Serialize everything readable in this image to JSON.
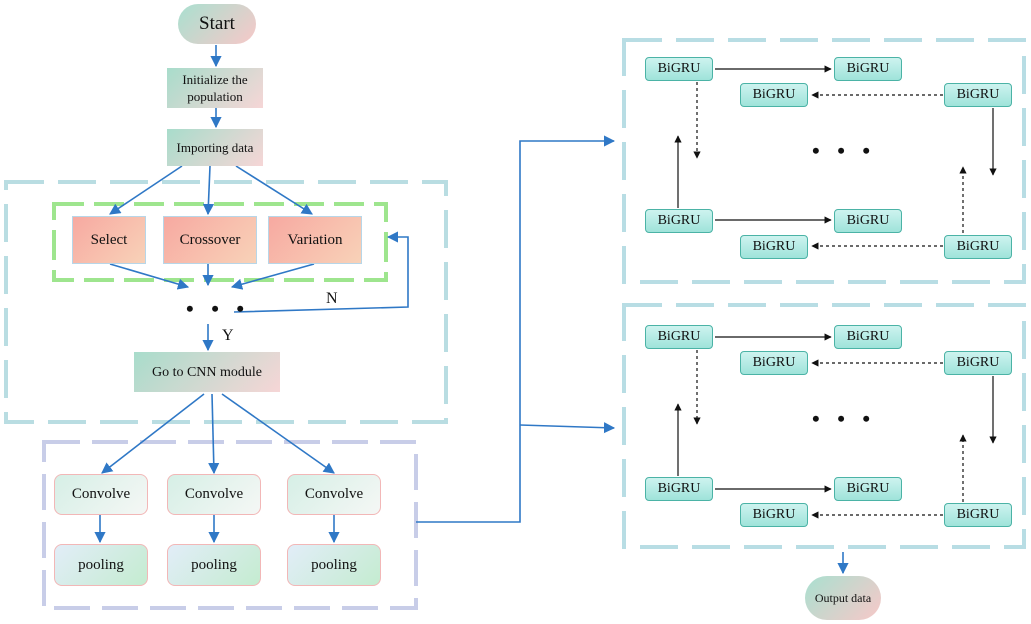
{
  "start": "Start",
  "init": "Initialize the population",
  "import": "Importing data",
  "ops": [
    "Select",
    "Crossover",
    "Variation"
  ],
  "continuation": "• • •",
  "label_n": "N",
  "label_y": "Y",
  "cnn_module": "Go to CNN module",
  "convolve": [
    "Convolve",
    "Convolve",
    "Convolve"
  ],
  "pooling": [
    "pooling",
    "pooling",
    "pooling"
  ],
  "bigru": "BiGRU",
  "bigru_continuation": "• • •",
  "output": "Output data",
  "colors": {
    "arrow": "#2f78c6",
    "ga_dash": "#b9dde2",
    "op_frame": "#9ee58e",
    "cnn_dash": "#c8cde8",
    "bigru_dash": "#b8dde4",
    "bigru_fill": "#a8e6de"
  }
}
